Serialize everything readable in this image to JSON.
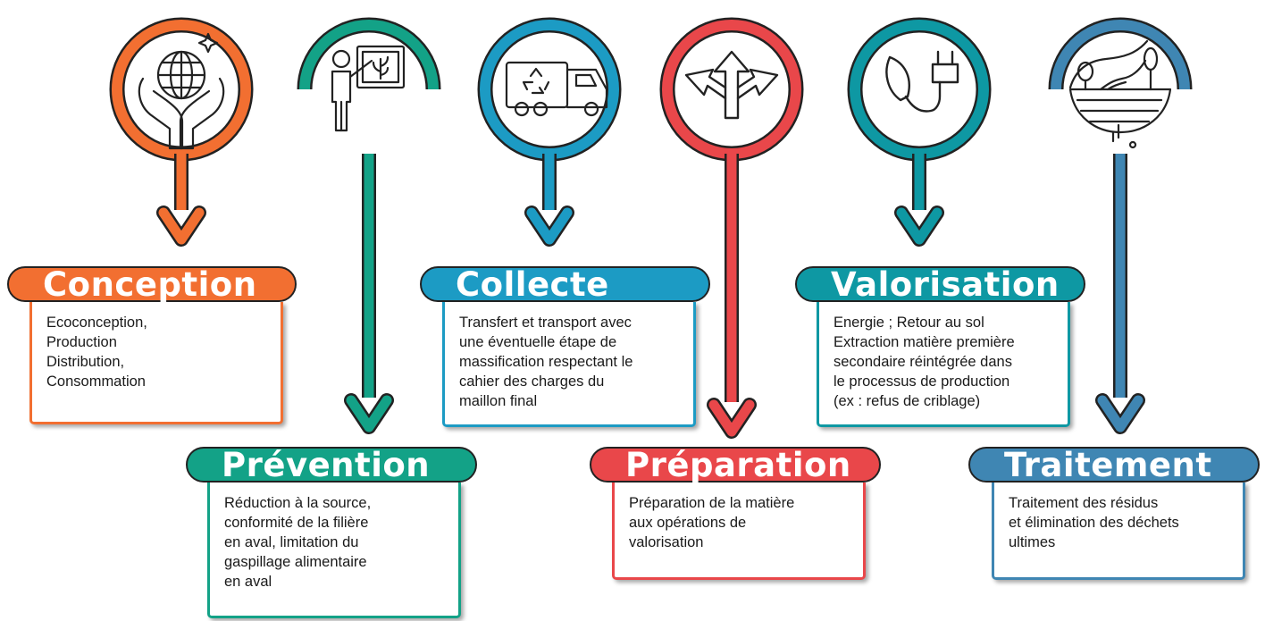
{
  "steps": [
    {
      "id": "conception",
      "title": "Conception",
      "description": "Ecoconception,\nProduction\nDistribution,\nConsommation",
      "color": "#f26f31",
      "icon": "globe-in-hands-icon"
    },
    {
      "id": "prevention",
      "title": "Prévention",
      "description": "Réduction à la source,\nconformité de la filière\nen aval, limitation du\ngaspillage alimentaire\nen aval",
      "color": "#13a287",
      "icon": "teacher-presentation-icon"
    },
    {
      "id": "collecte",
      "title": "Collecte",
      "description": "Transfert et transport avec\nune éventuelle étape de\nmassification respectant le\ncahier des charges du\nmaillon final",
      "color": "#1c9bc4",
      "icon": "recycling-truck-icon"
    },
    {
      "id": "preparation",
      "title": "Préparation",
      "description": "Préparation de la matière\naux opérations de\nvalorisation",
      "color": "#e9474a",
      "icon": "split-arrows-icon"
    },
    {
      "id": "valorisation",
      "title": "Valorisation",
      "description": "Energie ; Retour au sol\nExtraction matière première\nsecondaire réintégrée dans\nle processus de production\n(ex : refus de criblage)",
      "color": "#0e98a3",
      "icon": "leaf-plug-icon"
    },
    {
      "id": "traitement",
      "title": "Traitement",
      "description": "Traitement des résidus\net élimination des déchets\nultimes",
      "color": "#3f86b3",
      "icon": "landfill-landscape-icon"
    }
  ]
}
